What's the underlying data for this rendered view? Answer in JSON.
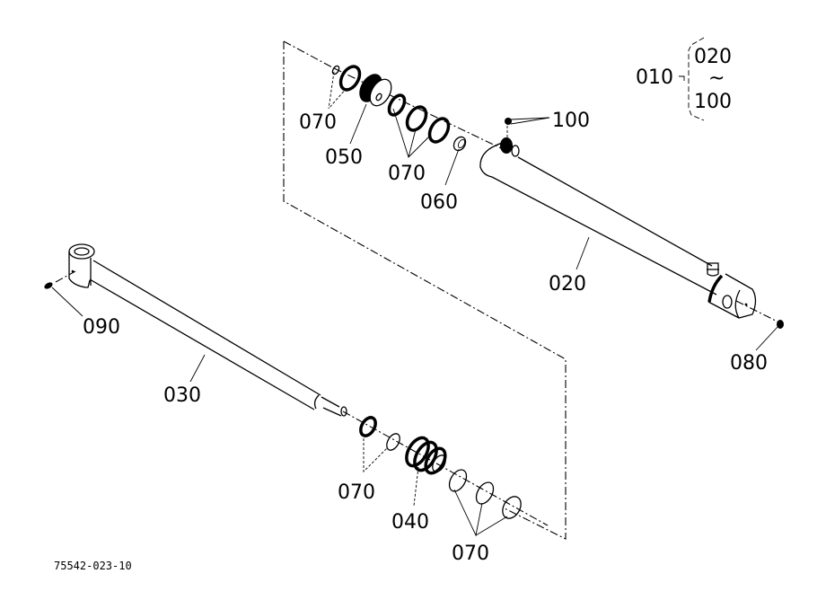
{
  "diagram": {
    "title_group": {
      "parent": "010",
      "range_start": "020",
      "range_sep": "~",
      "range_end": "100"
    },
    "labels": {
      "l070a": "070",
      "l050": "050",
      "l070b": "070",
      "l060": "060",
      "l100": "100",
      "l020": "020",
      "l080": "080",
      "l090": "090",
      "l030": "030",
      "l070c": "070",
      "l040": "040",
      "l070d": "070"
    },
    "drawing_code": "75542-023-10"
  }
}
